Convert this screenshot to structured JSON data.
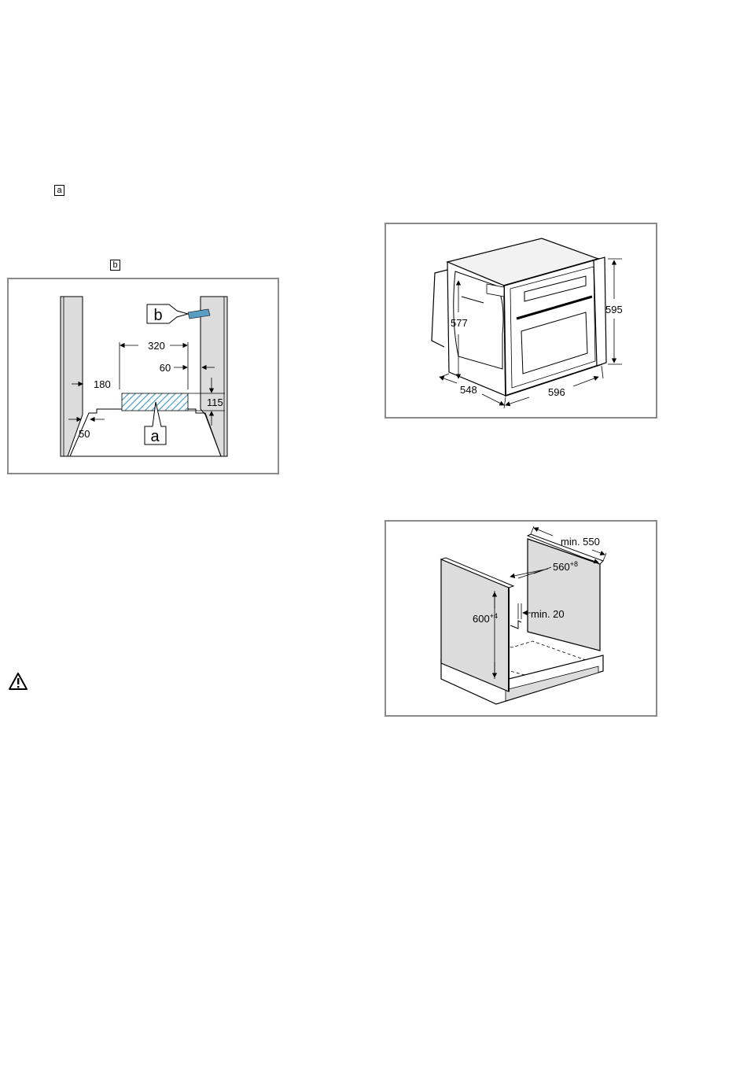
{
  "markers": {
    "a": "a",
    "b": "b"
  },
  "figure_cabinet_top": {
    "callout_a": "a",
    "callout_b": "b",
    "dim_320": "320",
    "dim_60": "60",
    "dim_180": "180",
    "dim_115": "115",
    "dim_50": "50"
  },
  "figure_oven": {
    "dim_577": "577",
    "dim_595": "595",
    "dim_548": "548",
    "dim_596": "596"
  },
  "figure_niche": {
    "dim_min550": "min. 550",
    "dim_560_base": "560",
    "dim_560_tol": "+8",
    "dim_600_base": "600",
    "dim_600_tol": "+4",
    "dim_min20": "min. 20"
  },
  "colors": {
    "panel": "#dcdcdc",
    "hatch": "#4aa0c8",
    "frame": "#8a8a8a",
    "tape": "#5a9ec4"
  }
}
